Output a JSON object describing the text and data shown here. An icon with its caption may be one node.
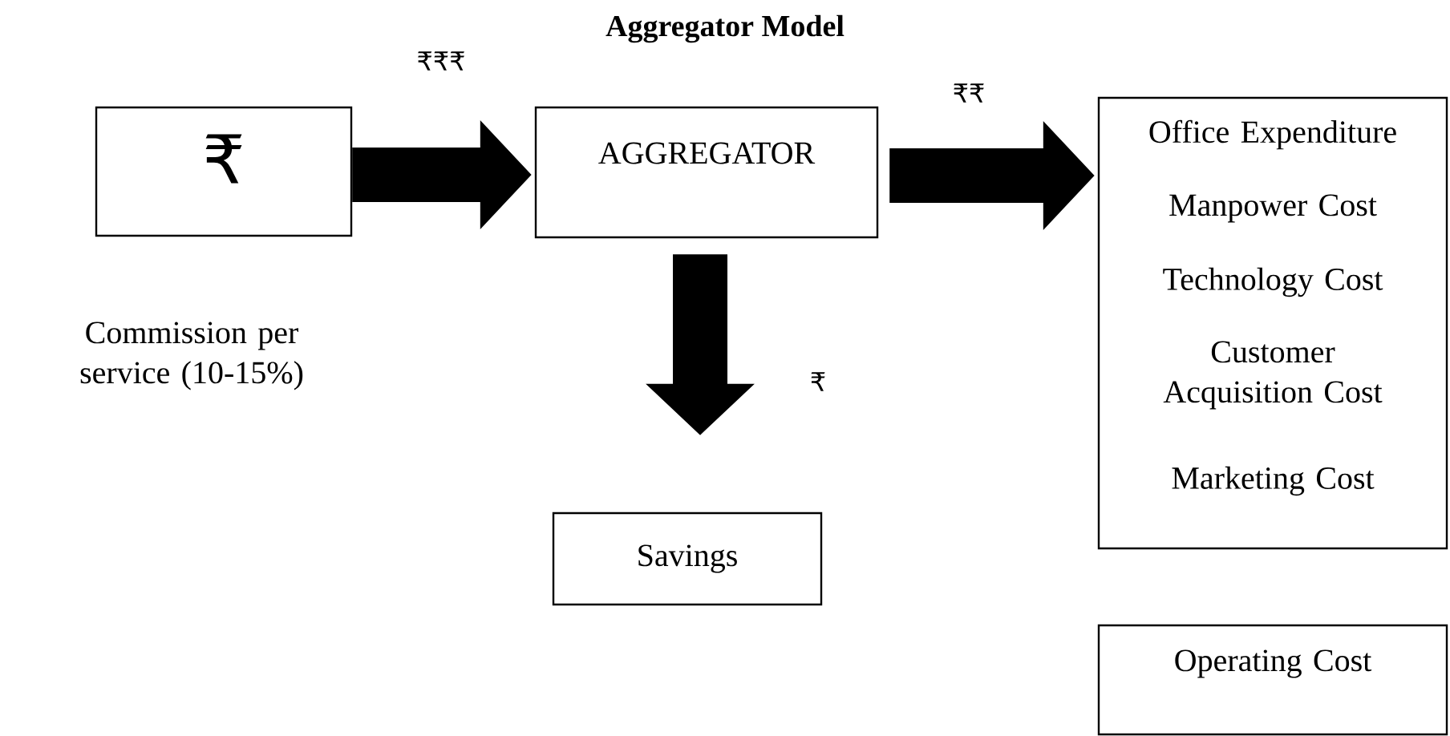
{
  "diagram": {
    "title": "Aggregator Model",
    "nodes": [
      {
        "text": [
          "₹"
        ],
        "beside": [
          "Commission per service (10-15%)"
        ]
      },
      {
        "text": [
          "AGGREGATOR"
        ]
      },
      {
        "text": [
          "Office Expenditure",
          "Manpower Cost",
          "Technology Cost",
          "Customer Acquisition Cost",
          "Marketing Cost"
        ]
      },
      {
        "text": [
          "Savings"
        ]
      },
      {
        "text": [
          "Operating Cost"
        ]
      }
    ],
    "edges": [
      {
        "from": 0,
        "to": 1,
        "arrow": "to",
        "label": "₹₹₹"
      },
      {
        "from": 1,
        "to": 2,
        "arrow": "to",
        "label": "₹₹"
      },
      {
        "from": 1,
        "to": 3,
        "arrow": "to",
        "label": "₹"
      }
    ]
  }
}
